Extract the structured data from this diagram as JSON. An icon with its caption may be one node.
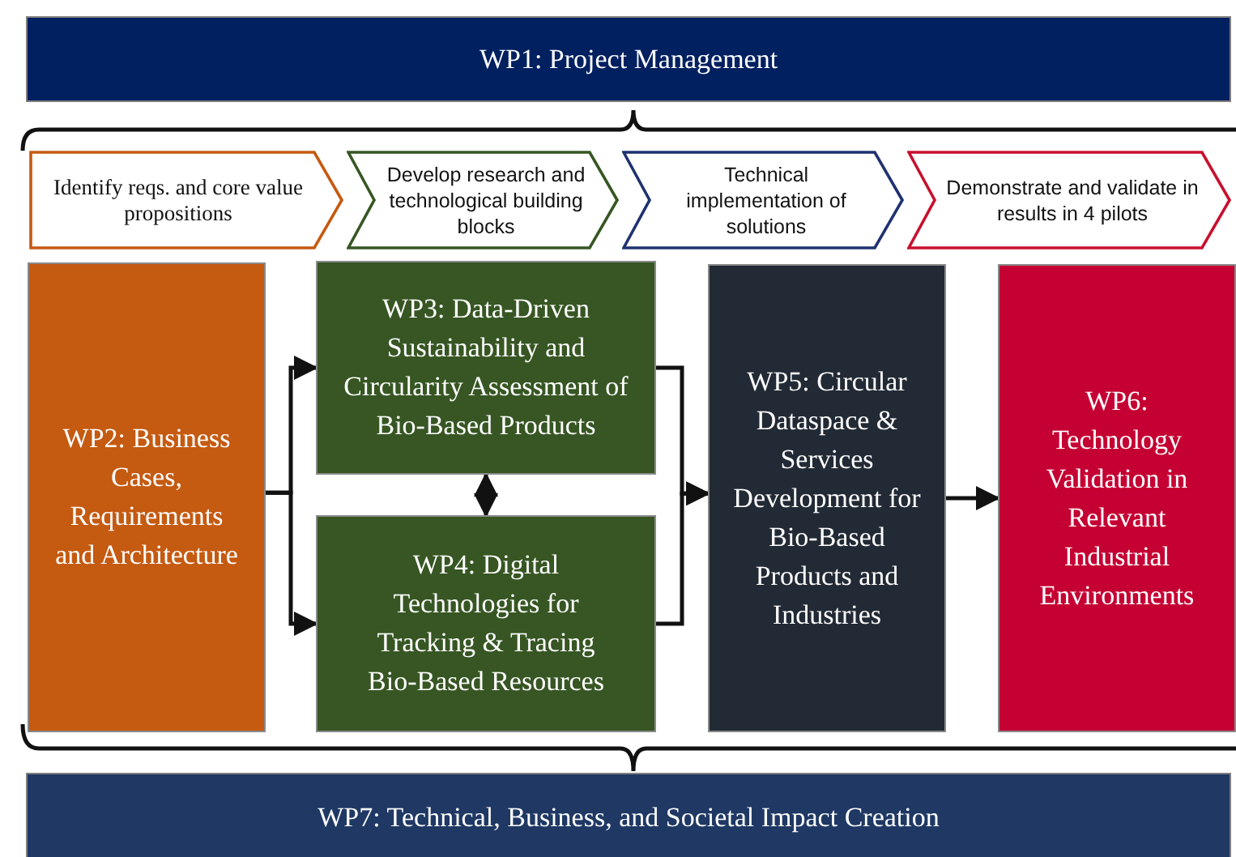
{
  "diagram": {
    "nodes": [
      {
        "text": [
          "WP1: Project Management"
        ]
      },
      {
        "text": [
          "Identify reqs. and core value propositions"
        ]
      },
      {
        "text": [
          "Develop research and technological building blocks"
        ]
      },
      {
        "text": [
          "Technical implementation of solutions"
        ]
      },
      {
        "text": [
          "Demonstrate and validate in results in 4 pilots"
        ]
      },
      {
        "text": [
          "WP2: Business Cases, Requirements and Architecture"
        ]
      },
      {
        "text": [
          "WP3: Data-Driven Sustainability and Circularity Assessment of Bio-Based Products"
        ]
      },
      {
        "text": [
          "WP4: Digital Technologies for Tracking & Tracing Bio-Based Resources"
        ]
      },
      {
        "text": [
          "WP5: Circular Dataspace & Services Development for Bio-Based Products and Industries"
        ]
      },
      {
        "text": [
          "WP6: Technology Validation in Relevant Industrial Environments"
        ]
      },
      {
        "text": [
          "WP7: Technical, Business, and Societal Impact Creation"
        ]
      }
    ],
    "edges": [
      {
        "from": 5,
        "to": 6,
        "arrow": "to"
      },
      {
        "from": 5,
        "to": 7,
        "arrow": "to"
      },
      {
        "from": 6,
        "to": 7,
        "arrow": "both"
      },
      {
        "from": 6,
        "to": 8,
        "arrow": "to"
      },
      {
        "from": 7,
        "to": 8,
        "arrow": "to"
      },
      {
        "from": 8,
        "to": 9,
        "arrow": "to"
      }
    ]
  }
}
